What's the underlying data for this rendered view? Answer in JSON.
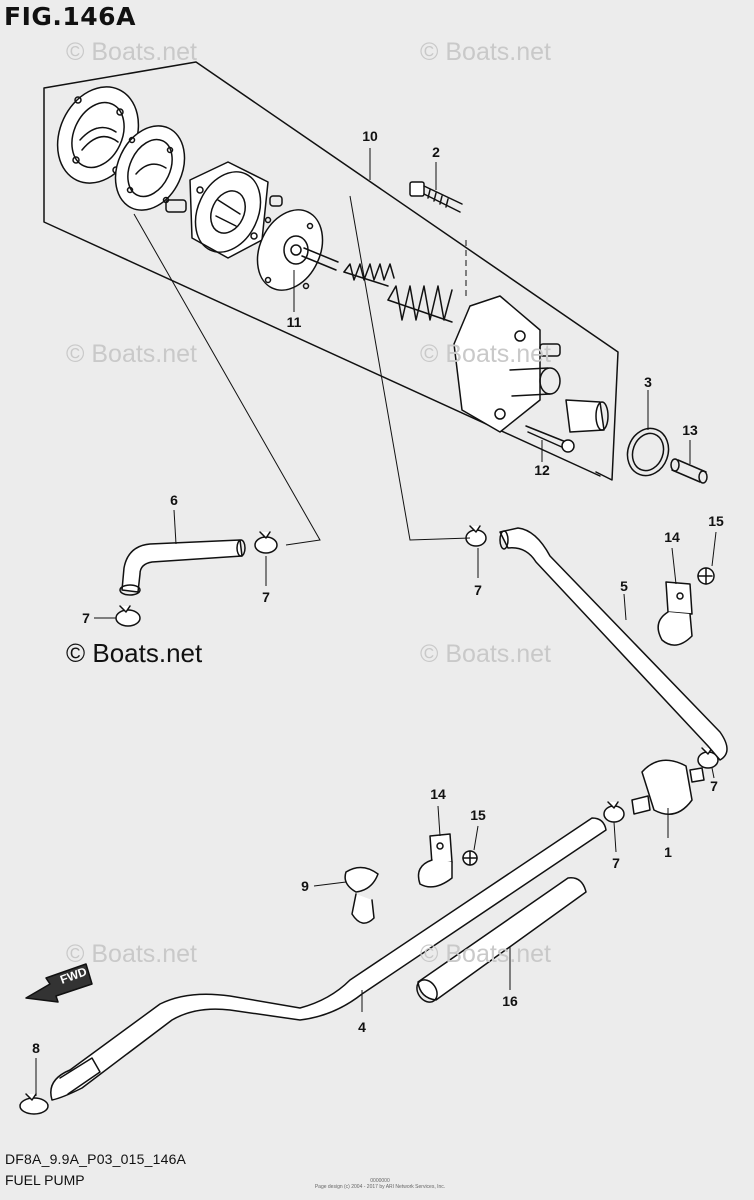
{
  "figure": {
    "title": "FIG.146A",
    "code": "DF8A_9.9A_P03_015_146A",
    "caption": "FUEL PUMP",
    "copyright": "© Boats.net",
    "watermark": "© Boats.net",
    "fineprint_line1": "0000000",
    "fineprint_line2": "Page design (c) 2004 - 2017 by ARI Network Services, Inc."
  },
  "direction_arrow": {
    "label": "FWD"
  },
  "callouts": [
    {
      "id": "c10",
      "label": "10"
    },
    {
      "id": "c2",
      "label": "2"
    },
    {
      "id": "c11",
      "label": "11"
    },
    {
      "id": "c3",
      "label": "3"
    },
    {
      "id": "c13",
      "label": "13"
    },
    {
      "id": "c12",
      "label": "12"
    },
    {
      "id": "c6",
      "label": "6"
    },
    {
      "id": "c7a",
      "label": "7"
    },
    {
      "id": "c7b",
      "label": "7"
    },
    {
      "id": "c7c",
      "label": "7"
    },
    {
      "id": "c14a",
      "label": "14"
    },
    {
      "id": "c15a",
      "label": "15"
    },
    {
      "id": "c5",
      "label": "5"
    },
    {
      "id": "c7d",
      "label": "7"
    },
    {
      "id": "c14b",
      "label": "14"
    },
    {
      "id": "c15b",
      "label": "15"
    },
    {
      "id": "c7e",
      "label": "7"
    },
    {
      "id": "c1",
      "label": "1"
    },
    {
      "id": "c9",
      "label": "9"
    },
    {
      "id": "c4",
      "label": "4"
    },
    {
      "id": "c16",
      "label": "16"
    },
    {
      "id": "c8",
      "label": "8"
    }
  ]
}
